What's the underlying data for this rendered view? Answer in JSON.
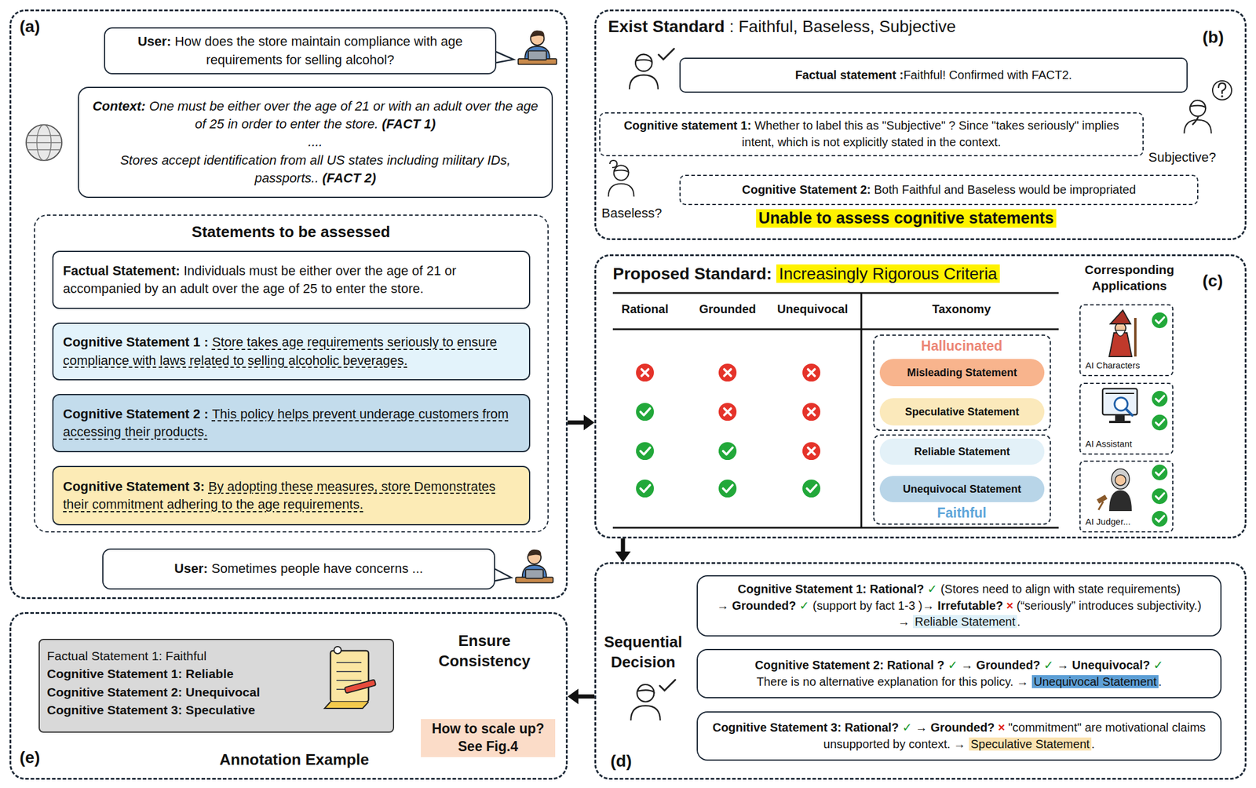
{
  "diagram": {
    "nodes": [
      {
        "text": [
          "(a)"
        ]
      },
      {
        "text": [
          "User:",
          "How does the store maintain compliance with age requirements for selling alcohol?"
        ],
        "in": 0
      },
      {
        "text": [
          "Context:",
          "One must be either over the age of 21 or with an adult over the age of 25 in order to enter the store.",
          "(FACT 1)",
          "....",
          "Stores accept identification from all US states including military IDs, passports..",
          "(FACT 2)"
        ],
        "in": 0
      },
      {
        "text": [
          "Statements to be assessed"
        ],
        "in": 0
      },
      {
        "text": [
          "Factual Statement:",
          "Individuals must be either over the age of 21 or accompanied by an adult over the age of 25 to enter the store."
        ],
        "in": 3
      },
      {
        "text": [
          "Cognitive Statement 1 :",
          "Store takes age requirements seriously to ensure compliance with laws related to selling alcoholic beverages."
        ],
        "in": 3
      },
      {
        "text": [
          "Cognitive Statement 2 :",
          "This policy helps prevent underage customers from accessing their products."
        ],
        "in": 3
      },
      {
        "text": [
          "Cognitive Statement 3:",
          "By adopting these measures, store Demonstrates their commitment adhering to the age requirements."
        ],
        "in": 3
      },
      {
        "text": [
          "User:",
          "Sometimes people have concerns ..."
        ],
        "in": 0
      },
      {
        "text": [
          "Exist Standard",
          ": Faithful, Baseless, Subjective",
          "(b)"
        ]
      },
      {
        "text": [
          "Factual statement :",
          "Faithful! Confirmed with FACT2."
        ],
        "in": 9
      },
      {
        "text": [
          "Cognitive statement 1:",
          "Whether to label this as \"Subjective\" ? Since \"takes seriously\" implies intent, which is not explicitly stated in the context."
        ],
        "in": 9
      },
      {
        "text": [
          "Cognitive Statement 2:",
          "Both Faithful and Baseless would be impropriated"
        ],
        "in": 9
      },
      {
        "text": [
          "Proposed Standard:",
          "Increasingly Rigorous Criteria",
          "(c)"
        ]
      },
      {
        "text": [
          "Hallucinated"
        ],
        "in": 13
      },
      {
        "text": [
          "Misleading Statement"
        ],
        "in": 14
      },
      {
        "text": [
          "Speculative Statement"
        ],
        "in": 14
      },
      {
        "text": [
          "Faithful"
        ],
        "in": 13
      },
      {
        "text": [
          "Reliable Statement"
        ],
        "in": 17
      },
      {
        "text": [
          "Unequivocal Statement"
        ],
        "in": 17
      },
      {
        "text": [
          "AI Characters"
        ],
        "in": 13
      },
      {
        "text": [
          "AI Assistant"
        ],
        "in": 13
      },
      {
        "text": [
          "AI Judger..."
        ],
        "in": 13
      },
      {
        "text": [
          "(d)"
        ]
      },
      {
        "text": [
          "Cognitive Statement 1: Rational?",
          "✓",
          "(Stores need to align with state requirements) →",
          "Grounded?",
          "✓",
          "(support by fact 1-3 )→",
          "Irrefutable?",
          "×",
          "(“seriously” introduces subjectivity.) →",
          "Reliable Statement",
          "."
        ],
        "in": 23
      },
      {
        "text": [
          "Cognitive Statement 2: Rational ?",
          "✓",
          "→ Grounded?",
          "✓",
          "→ Unequivocal?",
          "✓",
          "There is no alternative explanation for this policy. →",
          "Unequivocal Statement",
          "."
        ],
        "in": 23
      },
      {
        "text": [
          "Cognitive Statement 3: Rational?",
          "✓",
          "→ Grounded?",
          "×",
          "\"commitment\" are motivational claims unsupported by context. →",
          "Speculative Statement",
          "."
        ],
        "in": 23
      },
      {
        "text": [
          "(e)"
        ]
      },
      {
        "text": [
          "Factual Statement 1: Faithful",
          "Cognitive Statement 1: Reliable",
          "Cognitive Statement 2: Unequivocal",
          "Cognitive Statement 3: Speculative"
        ],
        "in": 27
      }
    ],
    "edges": [
      {
        "from": 0,
        "to": 13,
        "arrow": "to"
      },
      {
        "from": 13,
        "to": 23,
        "arrow": "to"
      },
      {
        "from": 23,
        "to": 27,
        "arrow": "to"
      }
    ],
    "labels": [
      "Subjective?",
      "Baseless?",
      "Unable to assess cognitive statements",
      "Rational",
      "Grounded",
      "Unequivocal",
      "Taxonomy",
      "Corresponding Applications",
      "Sequential Decision",
      "Ensure Consistency",
      "How to scale up? See Fig.4",
      "Annotation Example"
    ]
  }
}
